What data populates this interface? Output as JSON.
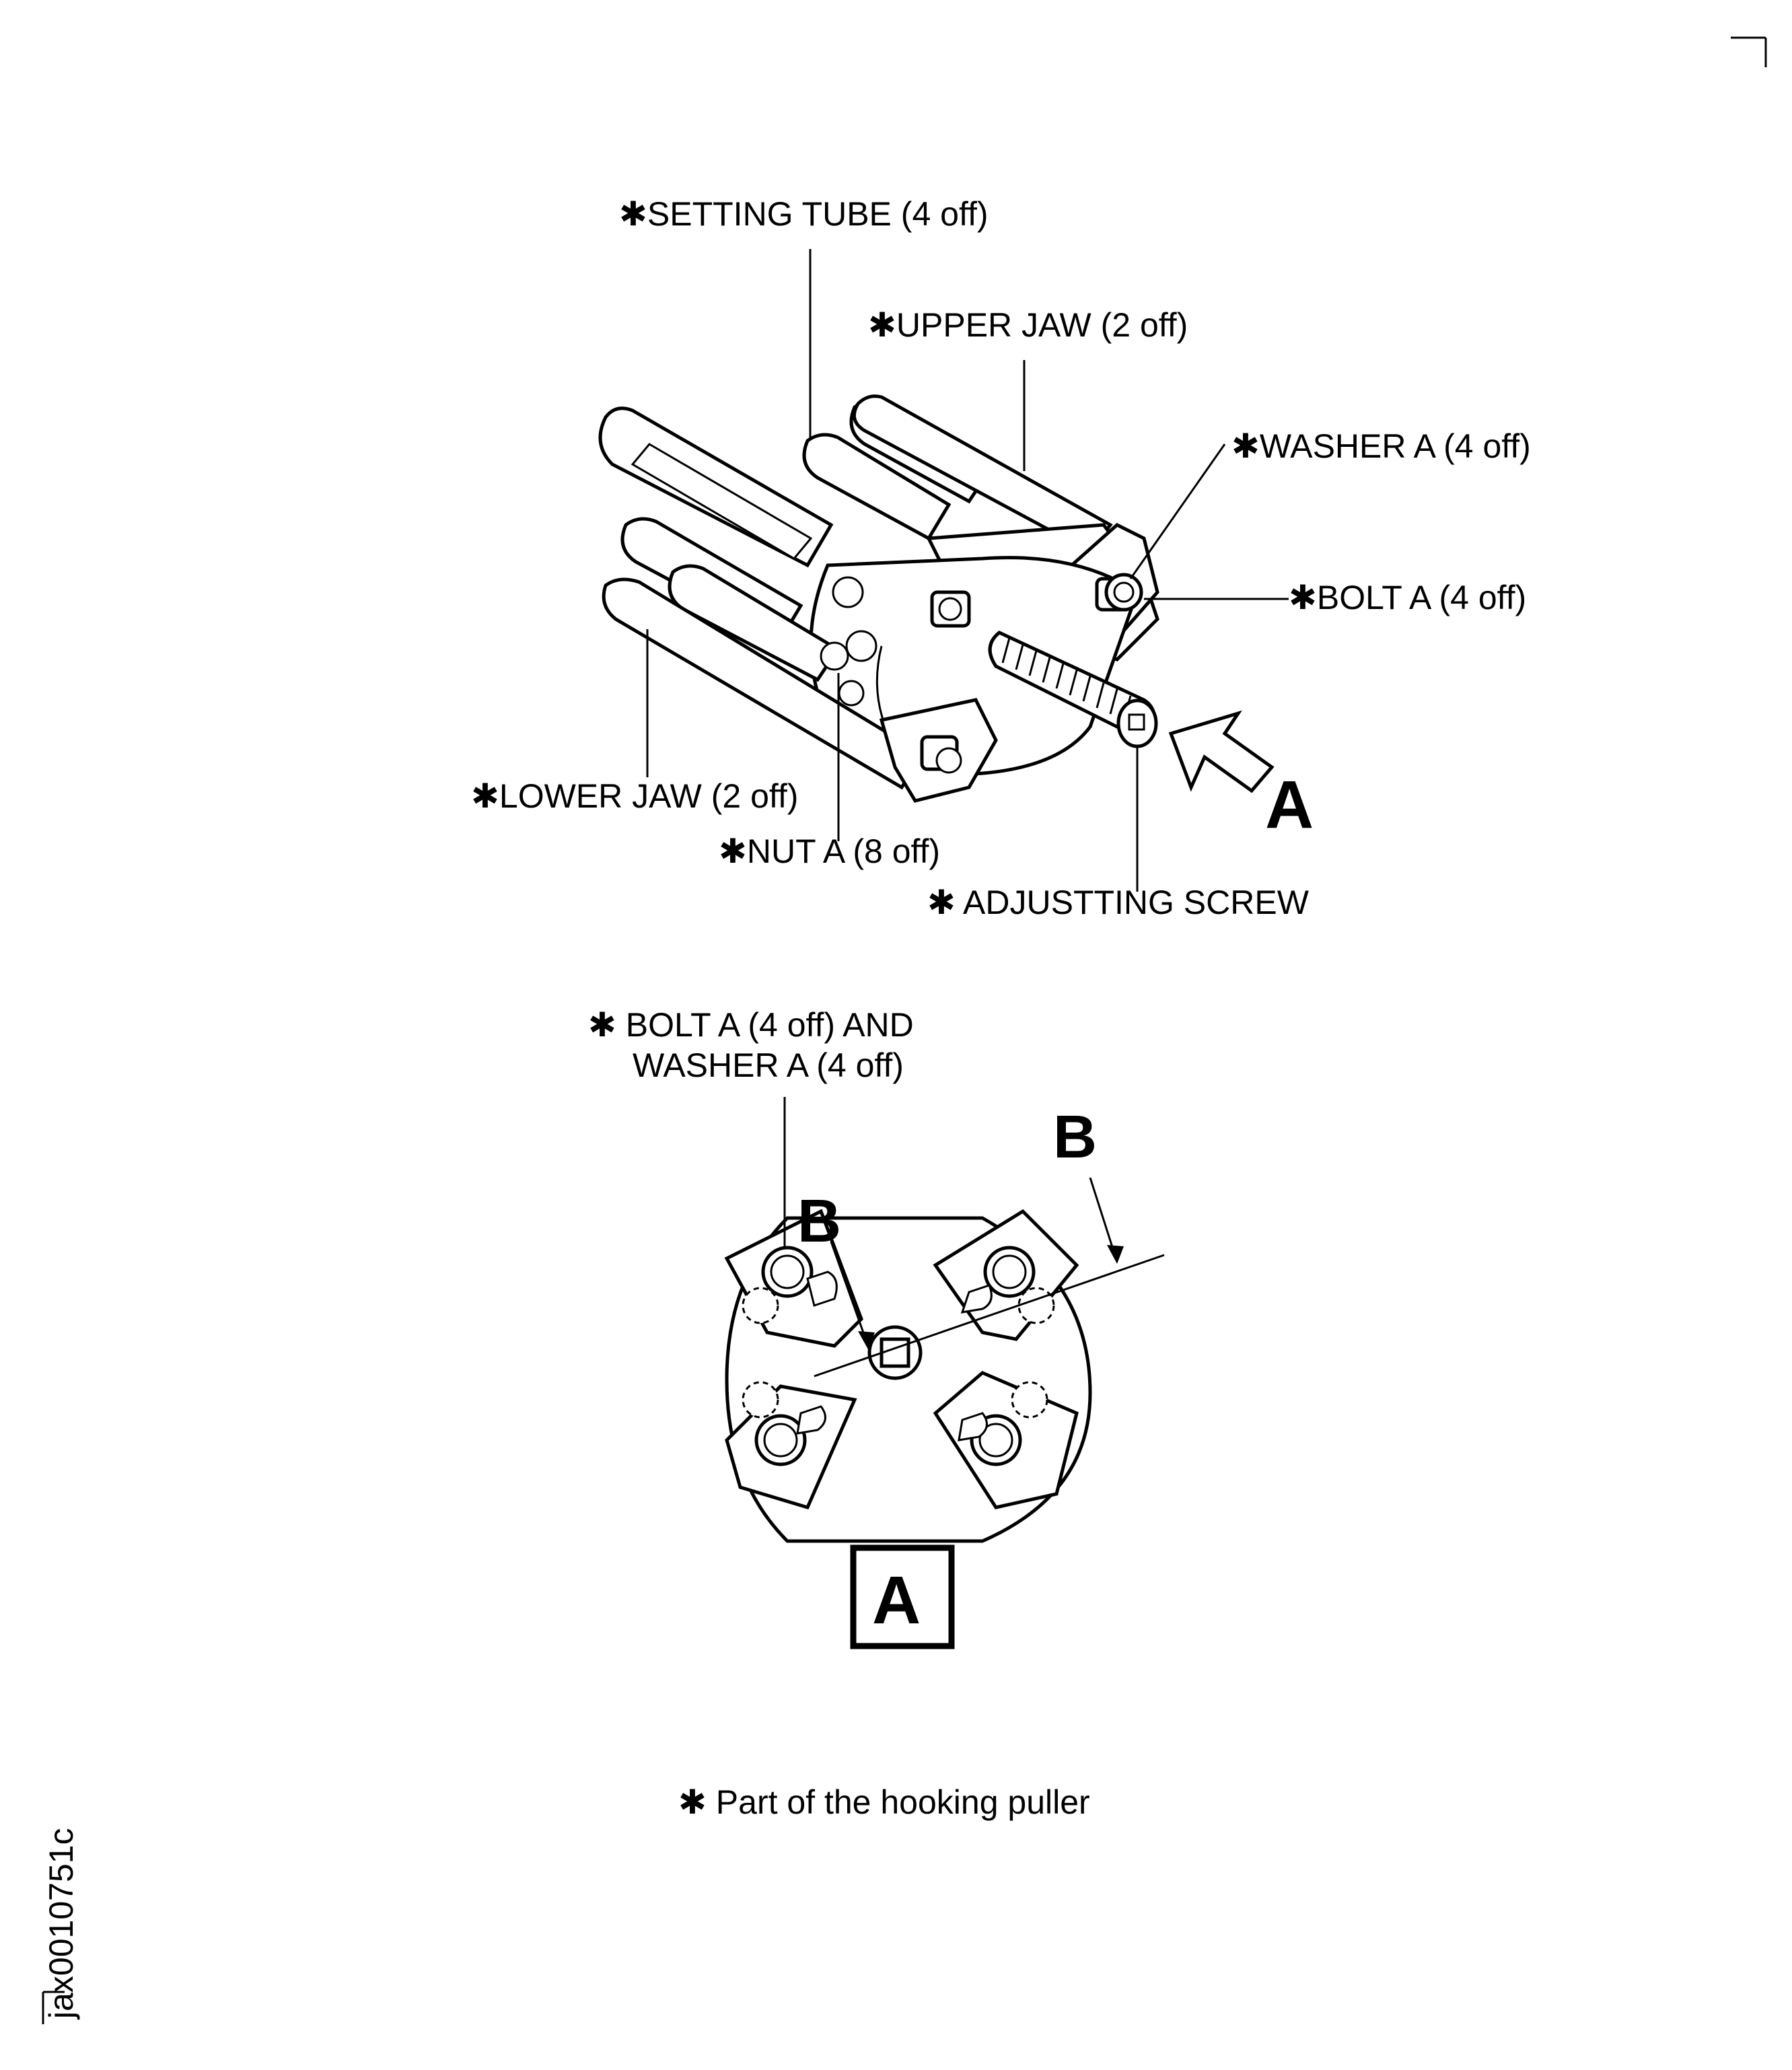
{
  "labels": {
    "setting_tube": "✱SETTING TUBE (4 off)",
    "upper_jaw": "✱UPPER JAW (2 off)",
    "washer_a": "✱WASHER A (4 off)",
    "bolt_a": "✱BOLT A (4 off)",
    "lower_jaw": "✱LOWER JAW (2 off)",
    "nut_a": "✱NUT A (8 off)",
    "adjusting_screw": "✱ ADJUSTTING SCREW",
    "view_a_arrow": "A",
    "bolt_washer_line1": "✱ BOLT A (4 off) AND",
    "bolt_washer_line2": "WASHER A (4 off)",
    "section_b_right": "B",
    "section_b_left": "B",
    "view_a_box": "A",
    "footnote": "✱ Part of the hooking puller",
    "figure_id": "jax0010751c"
  }
}
